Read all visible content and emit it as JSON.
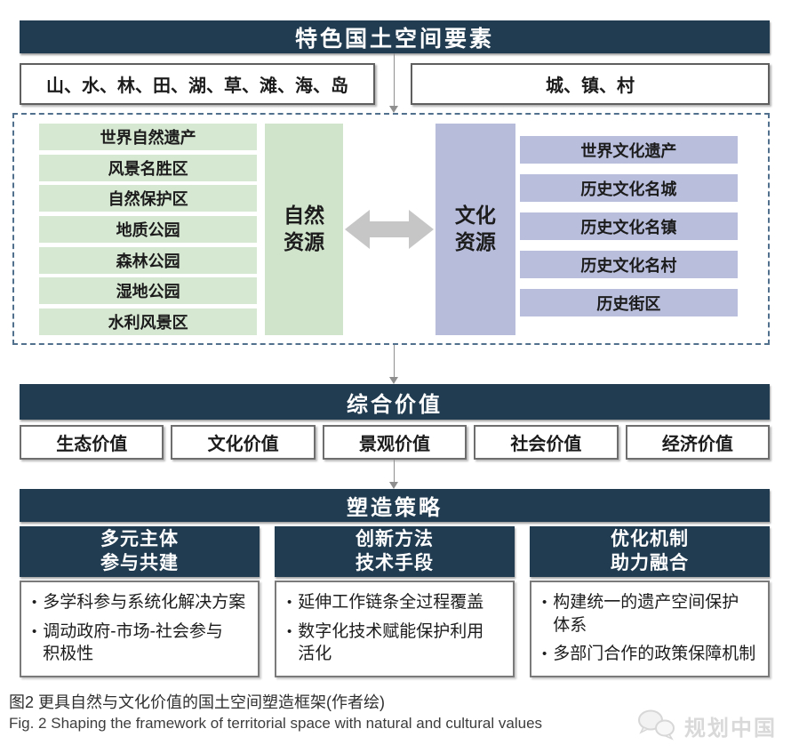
{
  "header": {
    "title": "特色国土空间要素"
  },
  "elements_row": {
    "natural_elements": "山、水、林、田、湖、草、滩、海、岛",
    "built_elements": "城、镇、村"
  },
  "resources": {
    "natural_label": "自然\n资源",
    "cultural_label": "文化\n资源",
    "natural_items": [
      "世界自然遗产",
      "风景名胜区",
      "自然保护区",
      "地质公园",
      "森林公园",
      "湿地公园",
      "水利风景区"
    ],
    "cultural_items": [
      "世界文化遗产",
      "历史文化名城",
      "历史文化名镇",
      "历史文化名村",
      "历史街区"
    ]
  },
  "values": {
    "title": "综合价值",
    "items": [
      "生态价值",
      "文化价值",
      "景观价值",
      "社会价值",
      "经济价值"
    ]
  },
  "strategies": {
    "title": "塑造策略",
    "columns": [
      {
        "heading": "多元主体\n参与共建",
        "bullets": [
          "多学科参与系统化解决方案",
          "调动政府-市场-社会参与\n积极性"
        ]
      },
      {
        "heading": "创新方法\n技术手段",
        "bullets": [
          "延伸工作链条全过程覆盖",
          "数字化技术赋能保护利用\n活化"
        ]
      },
      {
        "heading": "优化机制\n助力融合",
        "bullets": [
          "构建统一的遗产空间保护\n体系",
          "多部门合作的政策保障机制"
        ]
      }
    ]
  },
  "caption": {
    "zh": "图2  更具自然与文化价值的国土空间塑造框架(作者绘)",
    "en": "Fig. 2  Shaping the framework of territorial space with natural and cultural values"
  },
  "watermark": {
    "text": "规划中国"
  },
  "ui": {
    "bullet_char": "•"
  },
  "colors": {
    "navy": "#213c51",
    "green-bar": "#d6e7d2",
    "green-block": "#d0e3cb",
    "purple-block": "#b7bcdb",
    "purple-bar": "#b9bedd",
    "arrow": "#c6c6c6",
    "dashed": "#50708e",
    "line": "#8f8f8f",
    "border": "#6e6e6e"
  }
}
